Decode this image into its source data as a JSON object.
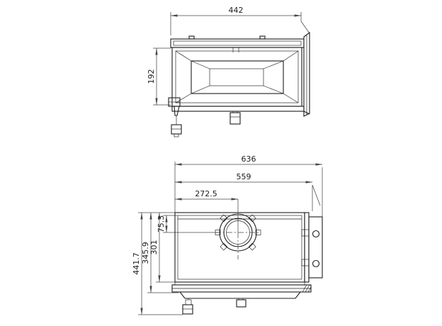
{
  "front_view": {
    "width": "442",
    "height": "192"
  },
  "plan_view": {
    "overall_width": "636",
    "inner_width": "559",
    "flue_center_from_left": "272.5",
    "flue_center_from_back": "75.3",
    "body_depth": "301",
    "frame_depth": "345.9",
    "overall_depth": "441.7"
  }
}
